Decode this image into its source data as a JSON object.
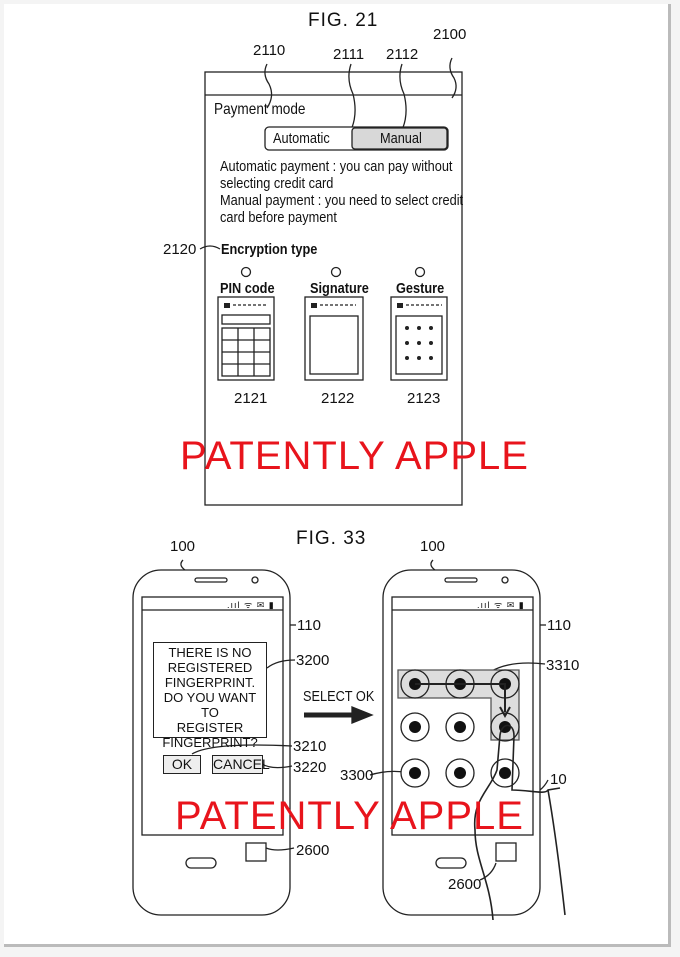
{
  "watermark": "PATENTLY APPLE",
  "fig21": {
    "title": "FIG. 21",
    "refs": {
      "r2110": "2110",
      "r2111": "2111",
      "r2112": "2112",
      "r2100": "2100",
      "r2120": "2120",
      "r2121": "2121",
      "r2122": "2122",
      "r2123": "2123"
    },
    "payment_mode_label": "Payment mode",
    "toggle": {
      "automatic": "Automatic",
      "manual": "Manual",
      "selected": "Manual"
    },
    "desc": [
      "Automatic payment : you can pay without",
      "selecting credit card",
      "Manual payment : you need to select credit",
      "card before payment"
    ],
    "encryption_label": "Encryption type",
    "options": [
      "PIN code",
      "Signature",
      "Gesture"
    ]
  },
  "fig33": {
    "title": "FIG. 33",
    "refs": {
      "r100a": "100",
      "r100b": "100",
      "r110a": "110",
      "r110b": "110",
      "r3200": "3200",
      "r3210": "3210",
      "r3220": "3220",
      "r3300": "3300",
      "r3310": "3310",
      "r10": "10",
      "r2600a": "2600",
      "r2600b": "2600"
    },
    "dialog": [
      "THERE IS NO",
      "REGISTERED",
      "FINGERPRINT.",
      "DO YOU WANT TO",
      "REGISTER",
      "FINGERPRINT?"
    ],
    "ok": "OK",
    "cancel": "CANCEL",
    "arrow_label": "SELECT OK"
  }
}
